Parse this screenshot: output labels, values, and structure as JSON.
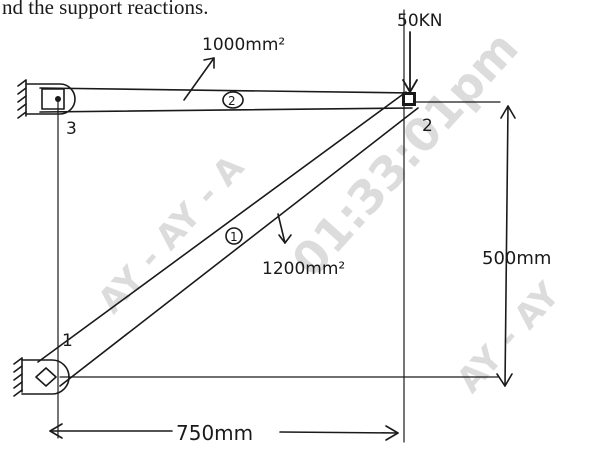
{
  "header_text": "nd the support reactions.",
  "load": "50KN",
  "area_member_2": "1000mm²",
  "area_member_1": "1200mm²",
  "member_labels": {
    "member_1": "1",
    "member_2": "2"
  },
  "node_labels": {
    "node_1": "1",
    "node_2": "2",
    "node_3": "3"
  },
  "dim_vertical": "500mm",
  "dim_horizontal": "750mm",
  "watermark": {
    "text_a": "AY - AY - A",
    "text_b": "01:33:01pm",
    "text_c": "AY - AY"
  }
}
